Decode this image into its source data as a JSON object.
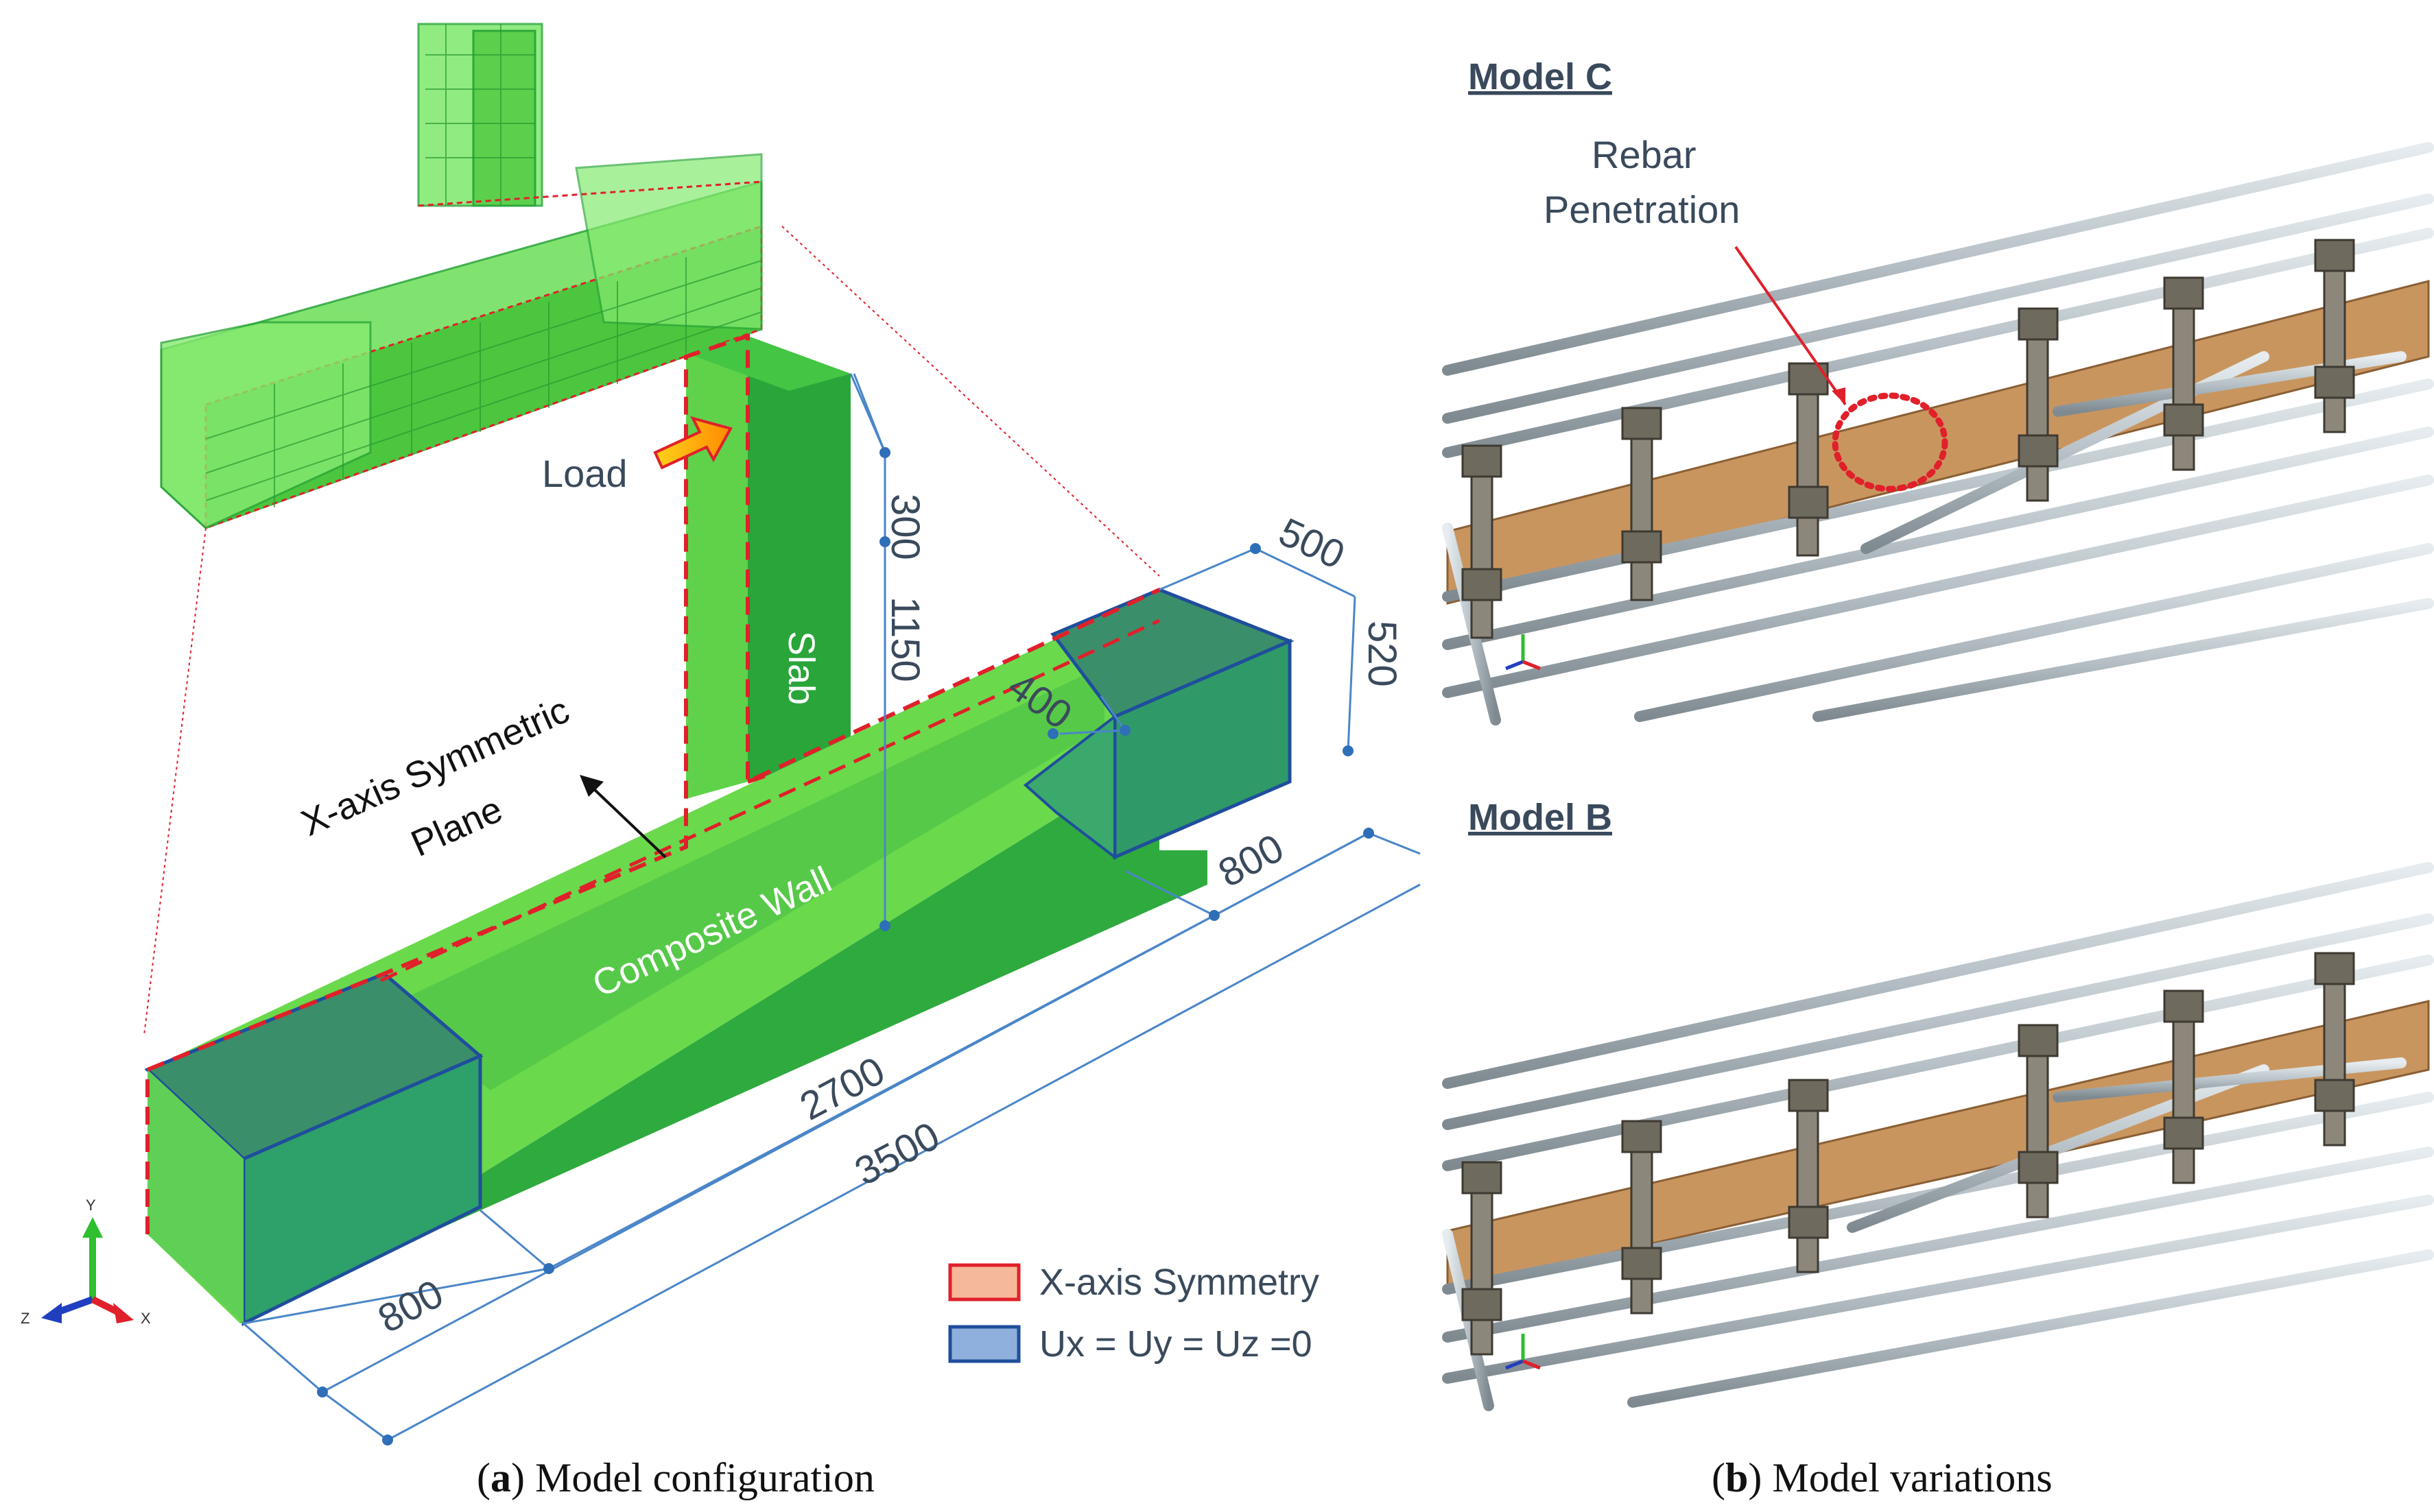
{
  "panel_a": {
    "dims": {
      "d300": "300",
      "d1150": "1150",
      "d500": "500",
      "d520": "520",
      "d400": "400",
      "d800_right": "800",
      "d2700": "2700",
      "d3500": "3500",
      "d800_left": "800"
    },
    "labels": {
      "load": "Load",
      "slab": "Slab",
      "composite_wall": "Composite Wall",
      "sym_plane_line1": "X-axis Symmetric",
      "sym_plane_line2": "Plane"
    },
    "legend": [
      {
        "label": "X-axis Symmetry",
        "fill": "#f6b89a",
        "stroke": "#e0202a"
      },
      {
        "label": "Ux = Uy = Uz =0",
        "fill": "#8fb0dc",
        "stroke": "#1f4e9c"
      }
    ],
    "axes": {
      "y": "Y",
      "z": "Z",
      "x": "X"
    },
    "caption": {
      "open": "(",
      "letter": "a",
      "close": ") Model configuration"
    }
  },
  "panel_b": {
    "model_c": "Model C",
    "model_b": "Model B",
    "annotation_line1": "Rebar",
    "annotation_line2": "Penetration",
    "caption": {
      "open": "(",
      "letter": "b",
      "close": ") Model variations"
    }
  },
  "colors": {
    "green_light": "#6fdc52",
    "green_mid": "#3fbf3a",
    "green_dark": "#1f8f3a",
    "teal_face": "#3a8f6a",
    "dim_blue": "#4a86c8",
    "sym_red": "#e0202a",
    "plate": "#c9955f",
    "steel": "#b8c2c8"
  }
}
